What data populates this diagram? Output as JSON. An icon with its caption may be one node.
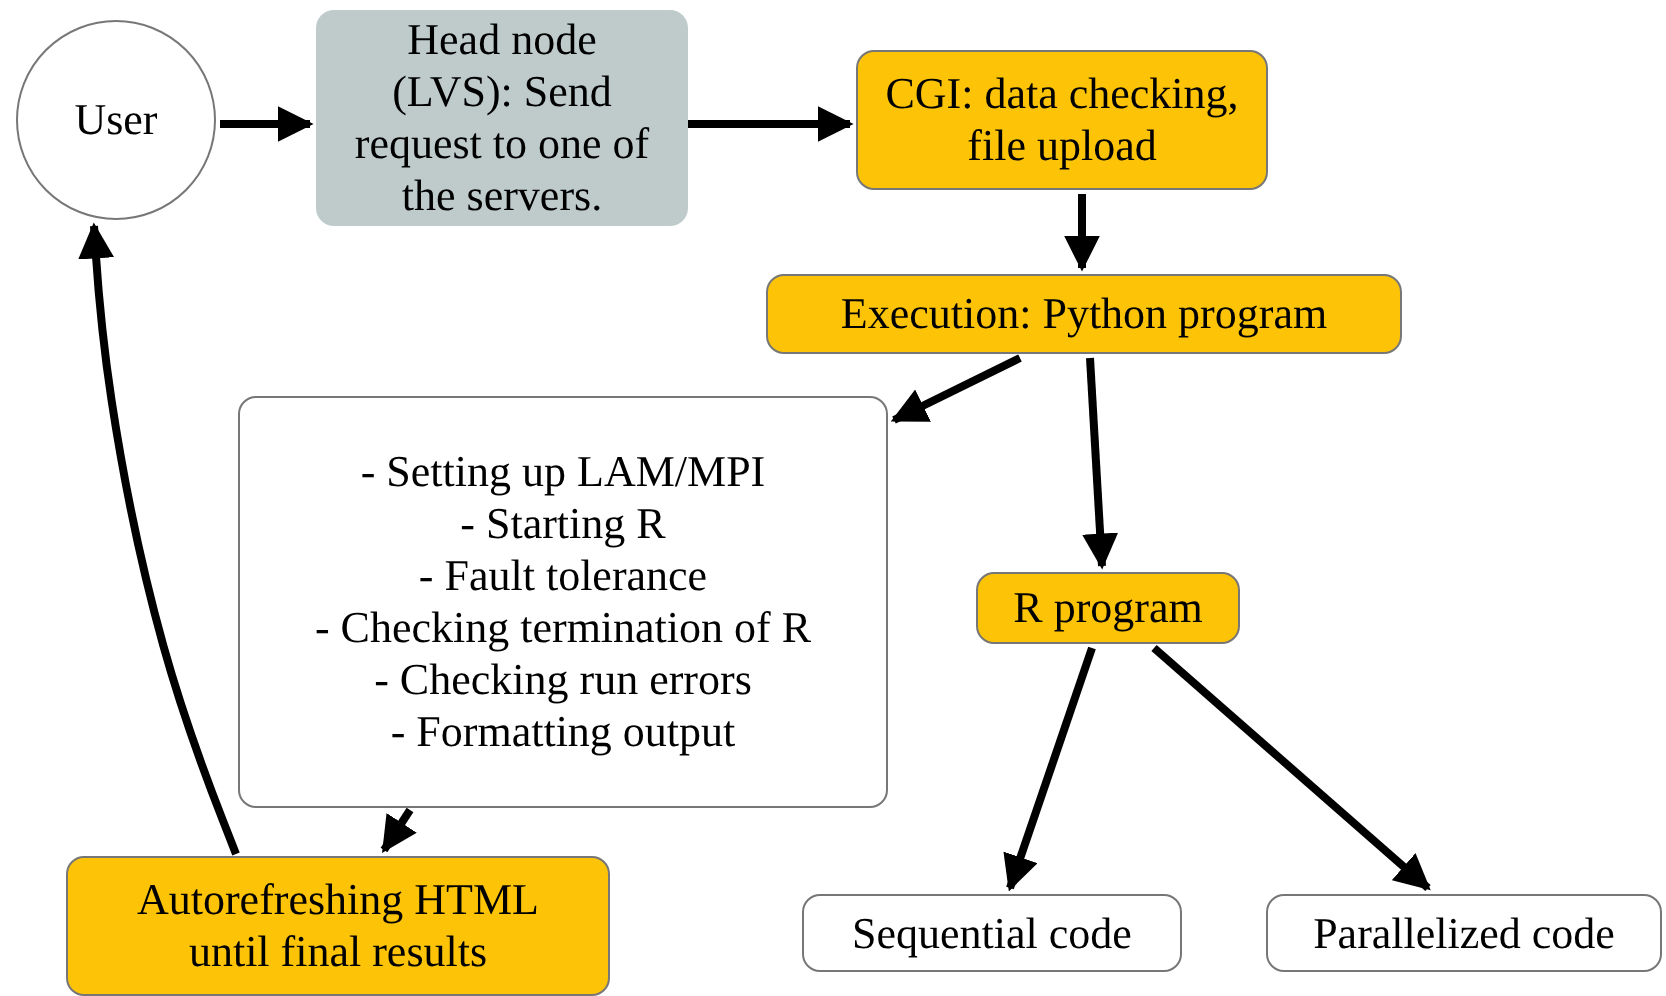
{
  "diagram": {
    "nodes": [
      {
        "text": [
          "User"
        ]
      },
      {
        "text": [
          "Head node (LVS): Send request to one of the servers."
        ]
      },
      {
        "text": [
          "CGI: data checking, file upload"
        ]
      },
      {
        "text": [
          "Execution: Python program"
        ]
      },
      {
        "text": [
          "- Setting up LAM/MPI",
          "- Starting R",
          "- Fault tolerance",
          "- Checking termination of R",
          "- Checking run errors",
          "- Formatting output"
        ]
      },
      {
        "text": [
          "R program"
        ]
      },
      {
        "text": [
          "Autorefreshing HTML until final results"
        ]
      },
      {
        "text": [
          "Sequential code"
        ]
      },
      {
        "text": [
          "Parallelized code"
        ]
      }
    ],
    "edges": [
      {
        "from": 0,
        "to": 1,
        "arrow": "to"
      },
      {
        "from": 1,
        "to": 2,
        "arrow": "to"
      },
      {
        "from": 2,
        "to": 3,
        "arrow": "to"
      },
      {
        "from": 3,
        "to": 4,
        "arrow": "to"
      },
      {
        "from": 3,
        "to": 5,
        "arrow": "to"
      },
      {
        "from": 4,
        "to": 6,
        "arrow": "to"
      },
      {
        "from": 5,
        "to": 7,
        "arrow": "to"
      },
      {
        "from": 5,
        "to": 8,
        "arrow": "to"
      },
      {
        "from": 6,
        "to": 0,
        "arrow": "to"
      }
    ]
  }
}
